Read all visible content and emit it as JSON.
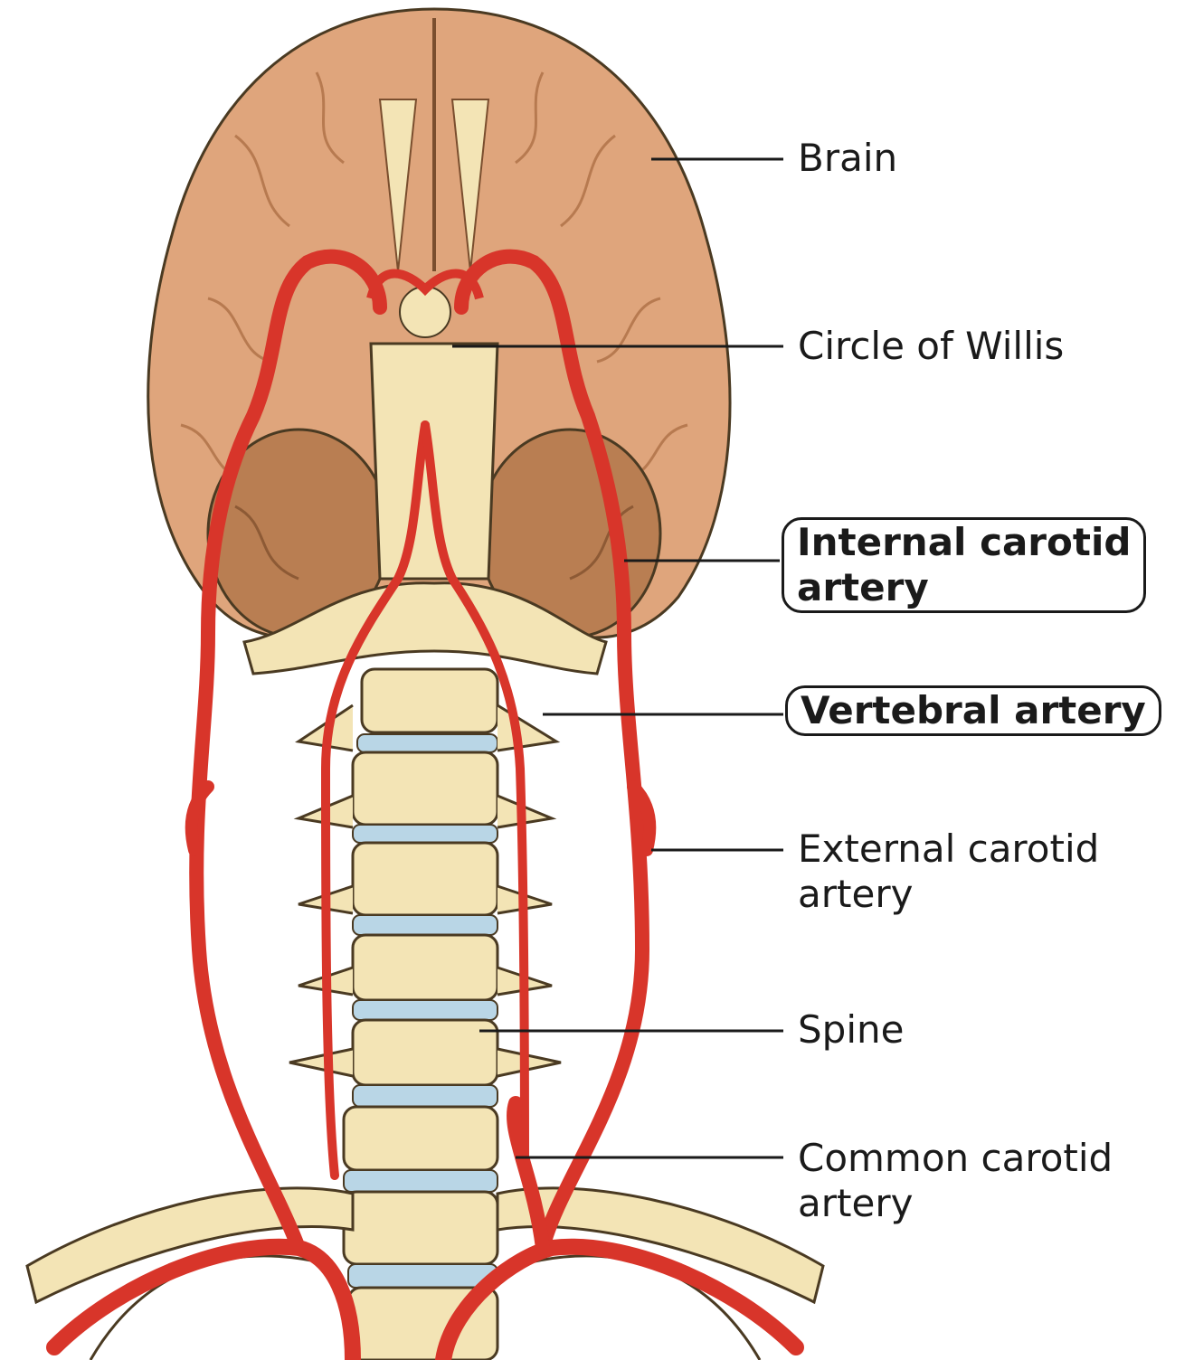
{
  "diagram": {
    "colors": {
      "brain": "#dfa57c",
      "brain_shadow": "#c98a5f",
      "cerebellum": "#b97e52",
      "bone": "#f3e4b5",
      "bone_outline": "#4a3a22",
      "disc": "#b9d6e6",
      "artery": "#d8352a",
      "artery_dark": "#a5211a",
      "leader": "#1a1a1a"
    },
    "labels": {
      "brain": "Brain",
      "circle_of_willis": "Circle of Willis",
      "internal_carotid_1": "Internal carotid",
      "internal_carotid_2": "artery",
      "vertebral": "Vertebral artery",
      "external_carotid_1": "External carotid",
      "external_carotid_2": "artery",
      "spine": "Spine",
      "common_carotid_1": "Common carotid",
      "common_carotid_2": "artery"
    }
  }
}
